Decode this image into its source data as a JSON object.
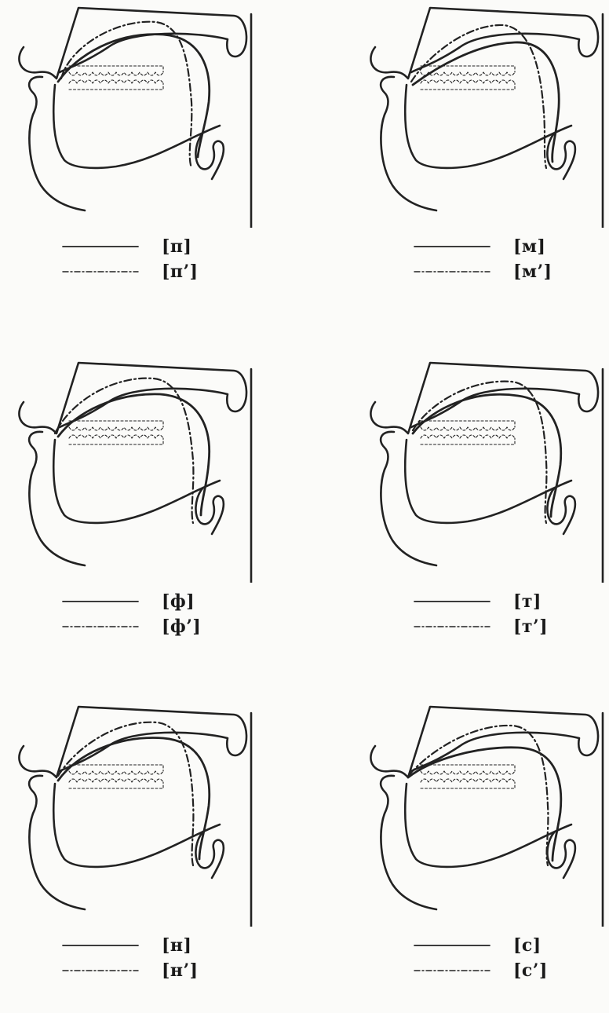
{
  "panels": [
    {
      "id": "p",
      "legend": {
        "solid_label": "[п]",
        "dashdot_label": "[п’]"
      }
    },
    {
      "id": "m",
      "legend": {
        "solid_label": "[м]",
        "dashdot_label": "[м’]"
      }
    },
    {
      "id": "f",
      "legend": {
        "solid_label": "[ф]",
        "dashdot_label": "[ф’]"
      }
    },
    {
      "id": "t",
      "legend": {
        "solid_label": "[т]",
        "dashdot_label": "[т’]"
      }
    },
    {
      "id": "n",
      "legend": {
        "solid_label": "[н]",
        "dashdot_label": "[н’]"
      }
    },
    {
      "id": "s",
      "legend": {
        "solid_label": "[с]",
        "dashdot_label": "[с’]"
      }
    }
  ],
  "line_styles": {
    "solid": "solid",
    "dashdot": "dash-dot"
  },
  "colors": {
    "ink": "#222222",
    "paper": "#fbfbf9"
  }
}
